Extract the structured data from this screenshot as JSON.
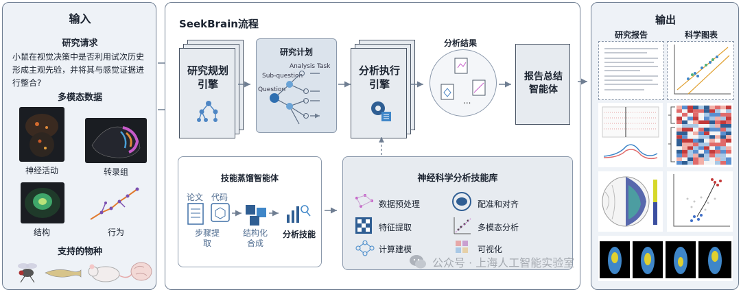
{
  "input": {
    "title": "输入",
    "request_title": "研究请求",
    "request_text": "小鼠在视觉决策中是否利用试次历史形成主观先验，并将其与感觉证据进行整合?",
    "multimodal_title": "多模态数据",
    "modalities": [
      "神经活动",
      "转录组",
      "结构",
      "行为"
    ],
    "species_title": "支持的物种"
  },
  "workflow": {
    "title": "SeekBrain流程",
    "planner": "研究规划引擎",
    "plan_title": "研究计划",
    "plan_labels": {
      "task": "Analysis Task",
      "subq": "Sub-question",
      "q": "Question"
    },
    "executor": "分析执行引擎",
    "results_title": "分析结果",
    "results_ellipsis": "...",
    "reporter": "报告总结智能体",
    "distill": {
      "title": "技能蒸馏智能体",
      "paper": "论文",
      "code": "代码",
      "step1": "步骤提取",
      "step2": "结构化合成",
      "step3": "分析技能"
    },
    "skills_title": "神经科学分析技能库",
    "skills": [
      "数据预处理",
      "配准和对齐",
      "特征提取",
      "多模态分析",
      "计算建模",
      "可视化"
    ]
  },
  "output": {
    "title": "输出",
    "report": "研究报告",
    "figures": "科学图表"
  },
  "watermark": "公众号 · 上海人工智能实验室"
}
